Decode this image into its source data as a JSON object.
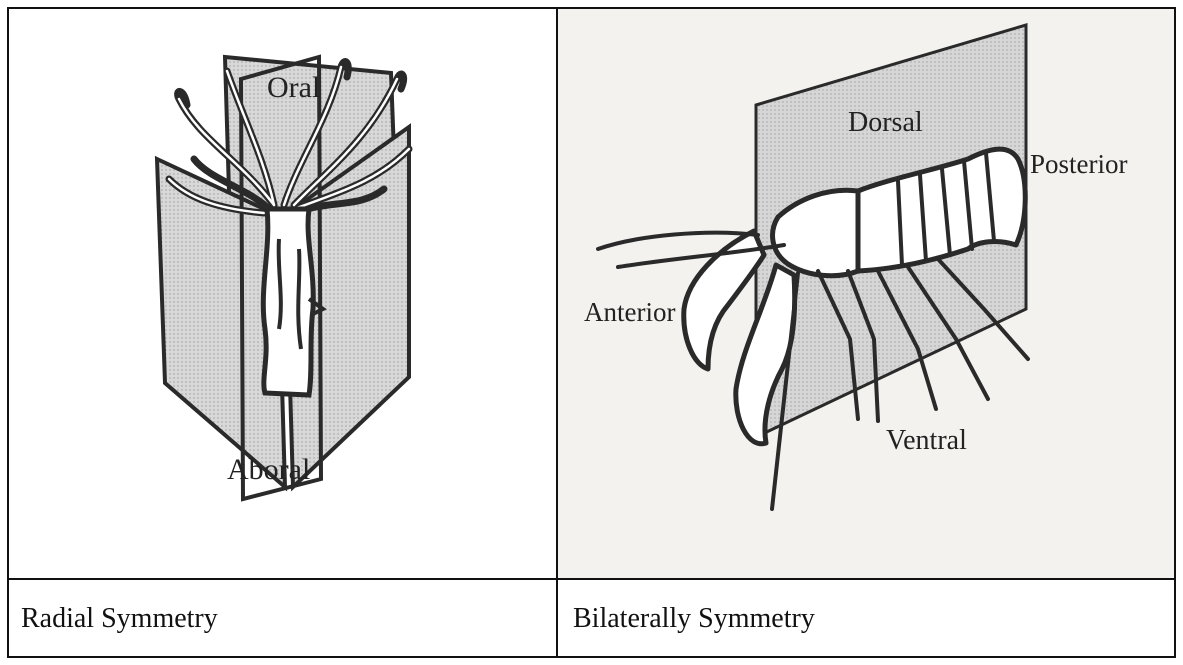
{
  "left_panel": {
    "labels": {
      "oral": "Oral",
      "aboral": "Aboral"
    },
    "caption": "Radial Symmetry"
  },
  "right_panel": {
    "labels": {
      "dorsal": "Dorsal",
      "posterior": "Posterior",
      "anterior": "Anterior",
      "ventral": "Ventral"
    },
    "caption": "Bilaterally Symmetry"
  },
  "colors": {
    "ink": "#2a2a2a",
    "plane_fill": "#cfcfcf",
    "paper_tint": "#f3f2ef",
    "table_border": "#111111"
  }
}
